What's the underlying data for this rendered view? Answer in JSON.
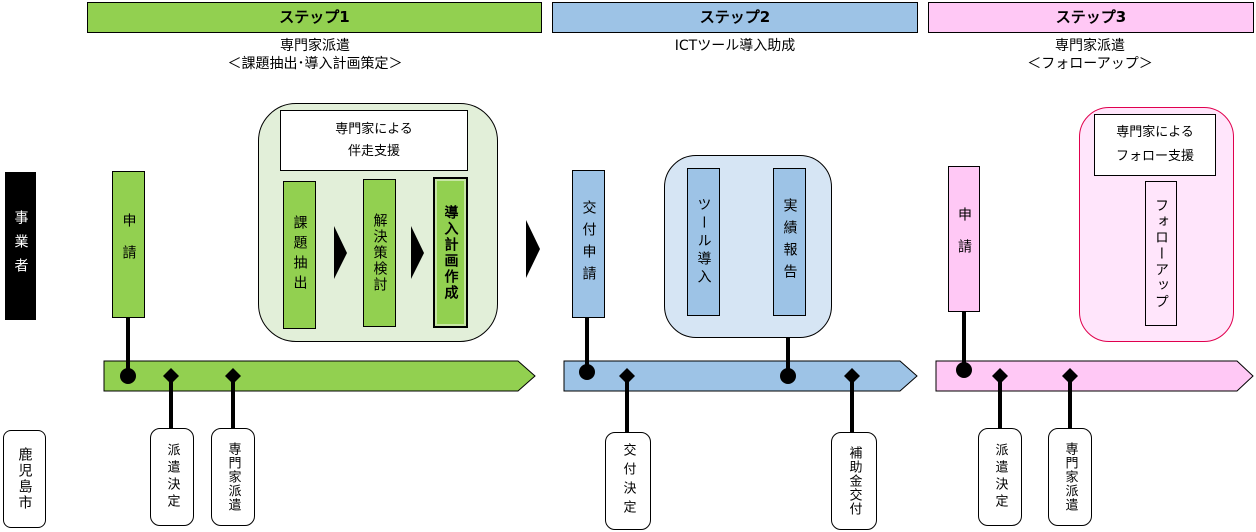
{
  "colors": {
    "step1": "#92d050",
    "step1_panel": "#e2efd9",
    "step2": "#9dc3e6",
    "step2_panel": "#d6e5f4",
    "step3": "#ffc8f5",
    "step3_panel": "#ffe5fb",
    "step3_border": "#e0004d"
  },
  "steps": [
    {
      "header": "ステップ1",
      "subtitle_line1": "専門家派遣",
      "subtitle_line2": "＜課題抽出･導入計画策定＞"
    },
    {
      "header": "ステップ2",
      "subtitle_line1": "ICTツール導入助成",
      "subtitle_line2": ""
    },
    {
      "header": "ステップ3",
      "subtitle_line1": "専門家派遣",
      "subtitle_line2": "＜フォローアップ＞"
    }
  ],
  "actors": {
    "business": "事業者",
    "city": "鹿児島市"
  },
  "step1": {
    "apply": "申請",
    "support_box_line1": "専門家による",
    "support_box_line2": "伴走支援",
    "tasks": [
      "課題抽出",
      "解決策検討",
      "導入計画作成"
    ],
    "city_actions": [
      "派遣決定",
      "専門家派遣"
    ]
  },
  "step2": {
    "apply": "交付申請",
    "tasks": [
      "ツール導入",
      "実績報告"
    ],
    "city_actions": [
      "交付決定",
      "補助金交付"
    ]
  },
  "step3": {
    "apply": "申請",
    "support_box_line1": "専門家による",
    "support_box_line2": "フォロー支援",
    "task": "フォローアップ",
    "city_actions": [
      "派遣決定",
      "専門家派遣"
    ]
  },
  "icons": {
    "flow_arrow": "triangle-right-icon",
    "event_business": "circle-marker-icon",
    "event_city": "diamond-marker-icon"
  }
}
